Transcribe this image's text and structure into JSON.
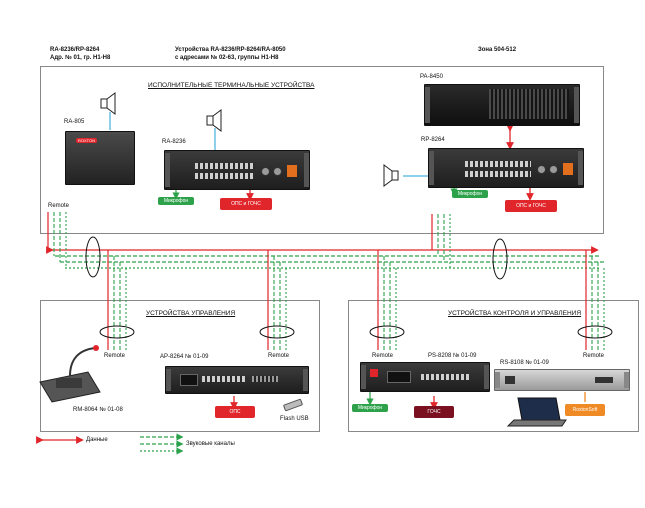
{
  "headers": {
    "left_line1": "RA-8236/RP-8264",
    "left_line2": "Адр. № 01, гр. Н1-Н8",
    "center_line1": "Устройства RA-8236/RP-8264/RA-8050",
    "center_line2": "с адресами № 02-63, группы Н1-Н8",
    "right": "Зона 504-512"
  },
  "sections": {
    "terminal": "ИСПОЛНИТЕЛЬНЫЕ ТЕРМИНАЛЬНЫЕ УСТРОЙСТВА",
    "control": "УСТРОЙСТВА УПРАВЛЕНИЯ",
    "monitoring": "УСТРОЙСТВА КОНТРОЛЯ И УПРАВЛЕНИЯ"
  },
  "devices": {
    "ra805": "RA-805",
    "ra8236": "RA-8236",
    "pa8450": "PA-8450",
    "rp8264": "RP-8264",
    "rm8064": "RM-8064 № 01-08",
    "ap8264": "AP-8264 № 01-09",
    "ps8208": "PS-8208 № 01-09",
    "rs8108": "RS-8108 № 01-09"
  },
  "remote_labels": {
    "top_left": "Remote",
    "control_left": "Remote",
    "control_right": "Remote",
    "monitor_left": "Remote",
    "monitor_right": "Remote"
  },
  "badges": {
    "mic_ra8236": "Микрофон",
    "ops_ra8236": "ОПС и ГОЧС",
    "mic_rp8264": "Микрофон",
    "ops_rp8264": "ОПС и ГОЧС",
    "ops_ap8264": "ОПС",
    "mic_ps8208": "Микрофон",
    "gochs_ps8208": "ГОЧС",
    "roxton_soft": "RoxtonSoft"
  },
  "extras": {
    "flash_usb": "Flash USB",
    "brand": "ROXTON"
  },
  "legend": {
    "data": "Данные",
    "audio": "Звуковые каналы"
  },
  "colors": {
    "data_line": "#e0252b",
    "audio_line": "#2ea24b",
    "wire": "#1f9fd4"
  }
}
